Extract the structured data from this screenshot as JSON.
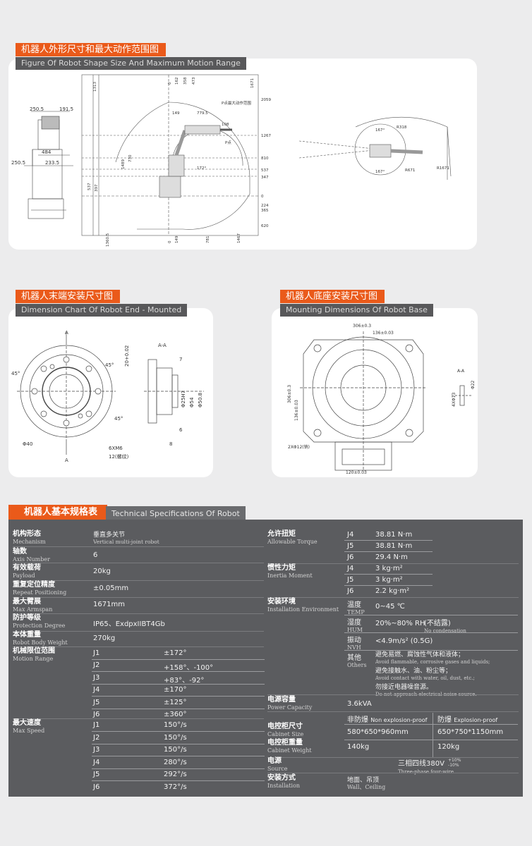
{
  "sections": {
    "shape": {
      "zh": "机器人外形尺寸和最大动作范围图",
      "en": "Figure Of Robot Shape Size And Maximum Motion Range"
    },
    "end": {
      "zh": "机器人末端安装尺寸图",
      "en": "Dimension Chart Of Robot End - Mounted"
    },
    "base": {
      "zh": "机器人底座安装尺寸图",
      "en": "Mounting Dimensions Of Robot Base"
    },
    "spec": {
      "zh": "机器人基本规格表",
      "en": "Technical Specifications Of Robot"
    }
  },
  "drawing1": {
    "dims_left": [
      "250.5",
      "191.5",
      "484",
      "250.5",
      "233.5"
    ],
    "top_dims": [
      "1313",
      "0",
      "162",
      "358",
      "473",
      "1671"
    ],
    "right_dims": [
      "2059",
      "1267",
      "810",
      "537",
      "347",
      "0",
      "224",
      "365",
      "620"
    ],
    "left_dims": [
      "1489",
      "730",
      "537",
      "397",
      "1360.5"
    ],
    "bottom_dims": [
      "0",
      "149",
      "781",
      "1467"
    ],
    "inner": [
      "149",
      "779.5",
      "108",
      "P点最大动作范围",
      "P点",
      "172°"
    ]
  },
  "drawing2": {
    "labels": [
      "167°",
      "R318",
      "R671",
      "R1671",
      "167°"
    ]
  },
  "end_drawing": {
    "labels": [
      "A",
      "A",
      "45°",
      "45°",
      "45°",
      "Φ40",
      "6XM6",
      "12(螺纹)",
      "A-A",
      "20+0.02",
      "7",
      "Φ25H7",
      "Φ54",
      "Φ50.8",
      "6",
      "8"
    ]
  },
  "base_drawing": {
    "labels": [
      "306±0.3",
      "136±0.03",
      "306±0.3",
      "136±0.03",
      "2XΦ12(销)",
      "120±0.03",
      "A-A",
      "Φ22",
      "4XΦ13"
    ]
  },
  "spec": {
    "left": [
      {
        "zh": "机构形态",
        "en": "Mechanism",
        "value_zh": "垂直多关节",
        "value_en": "Vertical multi-joint robot"
      },
      {
        "zh": "轴数",
        "en": "Axis Number",
        "value": "6"
      },
      {
        "zh": "有效载荷",
        "en": "Payload",
        "value": "20kg"
      },
      {
        "zh": "重复定位精度",
        "en": "Repeat Positioning",
        "value": "±0.05mm"
      },
      {
        "zh": "最大臂展",
        "en": "Max Armspan",
        "value": "1671mm"
      },
      {
        "zh": "防护等级",
        "en": "Protection Degree",
        "value": "IP65、ExdpxIIBT4Gb"
      },
      {
        "zh": "本体重量",
        "en": "Robot Body Weight",
        "value": "270kg"
      }
    ],
    "motion_range": {
      "zh": "机械限位范围",
      "en": "Motion Range",
      "rows": [
        [
          "J1",
          "±172°"
        ],
        [
          "J2",
          "+158°、-100°"
        ],
        [
          "J3",
          "+83°、-92°"
        ],
        [
          "J4",
          "±170°"
        ],
        [
          "J5",
          "±125°"
        ],
        [
          "J6",
          "±360°"
        ]
      ]
    },
    "max_speed": {
      "zh": "最大速度",
      "en": "Max Speed",
      "rows": [
        [
          "J1",
          "150°/s"
        ],
        [
          "J2",
          "150°/s"
        ],
        [
          "J3",
          "150°/s"
        ],
        [
          "J4",
          "280°/s"
        ],
        [
          "J5",
          "292°/s"
        ],
        [
          "J6",
          "372°/s"
        ]
      ]
    },
    "torque": {
      "zh": "允许扭矩",
      "en": "Allowable Torque",
      "rows": [
        [
          "J4",
          "38.81 N·m"
        ],
        [
          "J5",
          "38.81 N·m"
        ],
        [
          "J6",
          "29.4 N·m"
        ]
      ]
    },
    "inertia": {
      "zh": "惯性力矩",
      "en": "Inertia Moment",
      "rows": [
        [
          "J4",
          "3 kg·m²"
        ],
        [
          "J5",
          "3 kg·m²"
        ],
        [
          "J6",
          "2.2 kg·m²"
        ]
      ]
    },
    "env": {
      "zh": "安装环境",
      "en": "Installation Environment",
      "temp_zh": "温度",
      "temp_en": "TEMP",
      "temp_v": "0~45 ℃",
      "hum_zh": "湿度",
      "hum_en": "HUM",
      "hum_v": "20%~80% RH",
      "hum_note_zh": "(不结露)",
      "hum_note_en": "No condensation",
      "nvh_zh": "振动",
      "nvh_en": "NVH",
      "nvh_v": "<4.9m/s² (0.5G)",
      "oth_zh": "其他",
      "oth_en": "Others",
      "o1_zh": "避免易燃、腐蚀性气体和液体；",
      "o1_en": "Avoid flammable, corrosive gases and liquids;",
      "o2_zh": "避免接触水、油、粉尘等；",
      "o2_en": "Avoid contact with water, oil, dust, etc.;",
      "o3_zh": "勿接近电器噪音源。",
      "o3_en": "Do not approach electrical noise source."
    },
    "power": {
      "zh": "电源容量",
      "en": "Power Capacity",
      "value": "3.6kVA"
    },
    "cab_head": {
      "a": "非防爆",
      "a_en": "Non explosion-proof",
      "b": "防爆",
      "b_en": "Explosion-proof"
    },
    "cab_size": {
      "zh": "电控柜尺寸",
      "en": "Cabinet Size",
      "a": "580*650*960mm",
      "b": "650*750*1150mm"
    },
    "cab_weight": {
      "zh": "电控柜重量",
      "en": "Cabinet Weight",
      "a": "140kg",
      "b": "120kg"
    },
    "source": {
      "zh": "电源",
      "en": "Source",
      "v_zh": "三相四线380V",
      "v_sup": "+10%",
      "v_sub": "-10%",
      "v_en": "Three-phase four-wire"
    },
    "install": {
      "zh": "安装方式",
      "en": "Installation",
      "v_zh": "地面、吊顶",
      "v_en": "Wall、Ceiling"
    }
  }
}
